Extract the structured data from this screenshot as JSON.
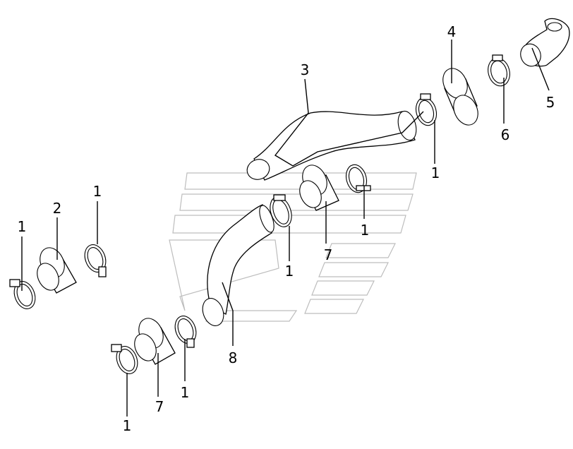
{
  "callouts": {
    "c1": "1",
    "c2": "2",
    "c3": "3",
    "c4": "4",
    "c5": "5",
    "c6": "6",
    "c7": "7",
    "c8": "8"
  },
  "colors": {
    "line": "#000000",
    "watermark": "#bdbdbd",
    "background": "#ffffff"
  }
}
